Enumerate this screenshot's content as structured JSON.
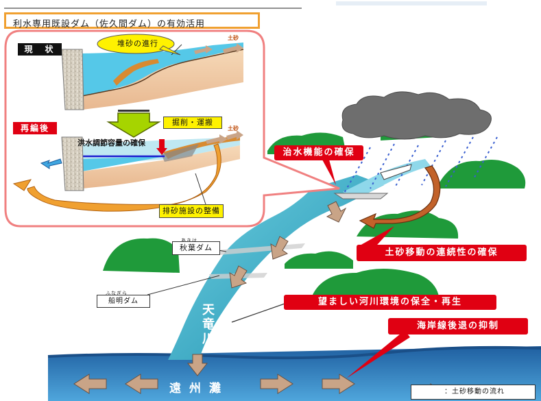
{
  "title": "利水専用既設ダム（佐久間ダム）の有効活用",
  "labels": {
    "current": "現　状",
    "after": "再編後",
    "sediment_progress": "堆砂の進行",
    "soil_top": "土砂",
    "soil_mid": "土砂",
    "excavation": "掘削・運搬",
    "flood_capacity": "洪水調節容量の確保",
    "bypass": "排砂施設の整備",
    "flood_control": "治水機能の確保",
    "continuity": "土砂移動の連続性の確保",
    "river_env": "望ましい河川環境の保全・再生",
    "coast": "海岸線後退の抑制",
    "akiha_ruby": "あきは",
    "akiha": "秋葉ダム",
    "funagira_ruby": "ふなぎら",
    "funagira": "船明ダム",
    "river": "天竜川",
    "sea": "遠州灘",
    "legend": "：土砂移動の流れ"
  },
  "colors": {
    "red_label": "#e00012",
    "yellow_label": "#fff200",
    "river": "#3fb8d0",
    "sea": "#2a78b8",
    "sediment_arrow": "#c9a487",
    "hill": "#1f9a3a",
    "cloud": "#7a7a7a",
    "rain": "#3a5fd0",
    "callout_border": "#f08080",
    "title_border": "#f0a030"
  },
  "icons": [
    "rain-cloud-icon",
    "down-arrow-icon",
    "curved-arrow-icon",
    "sediment-arrow-icon"
  ]
}
